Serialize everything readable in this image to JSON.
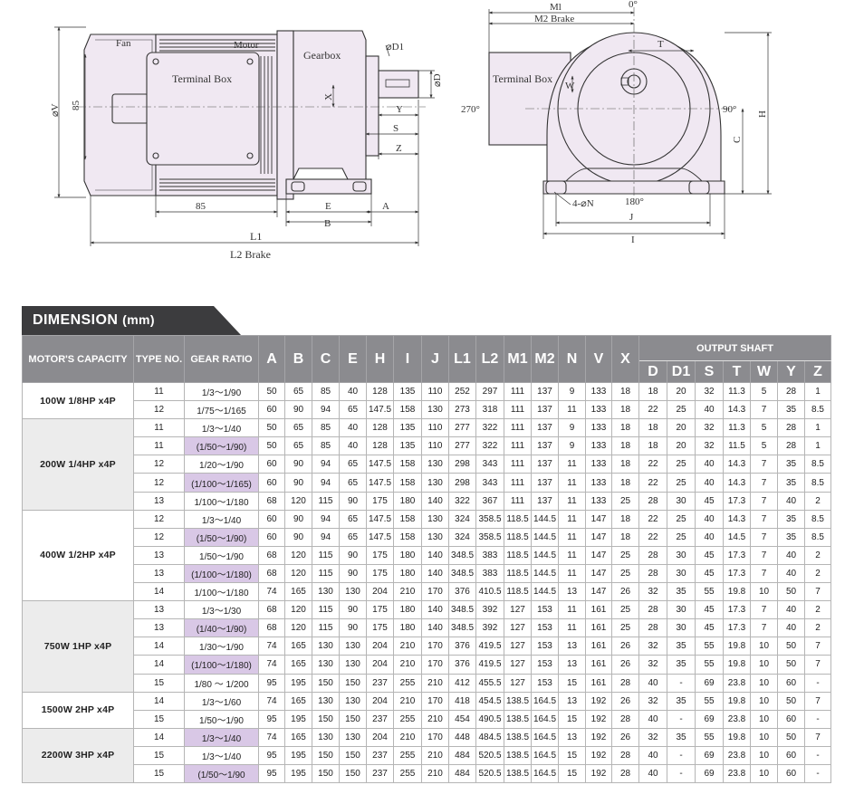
{
  "drawing": {
    "side_labels": {
      "fan": "Fan",
      "motor": "Motor",
      "terminal_box": "Terminal Box",
      "gearbox": "Gearbox",
      "d1": "⌀D1",
      "d": "⌀D",
      "x": "X",
      "y": "Y",
      "s": "S",
      "z": "Z",
      "v": "⌀V",
      "dim85_vertical": "85",
      "dim85_horizontal": "85",
      "e": "E",
      "a": "A",
      "b": "B",
      "l1": "L1",
      "l2": "L2 Brake"
    },
    "front_labels": {
      "m1": "Ml",
      "m2": "M2 Brake",
      "deg0": "0°",
      "deg90": "90°",
      "deg180": "180°",
      "deg270": "270°",
      "t": "T",
      "w": "W",
      "terminal_box": "Terminal Box",
      "n": "4-⌀N",
      "h": "H",
      "c": "C",
      "j": "J",
      "i": "I"
    }
  },
  "table": {
    "title": "DIMENSION",
    "unit": "(mm)",
    "headers": {
      "capacity": "MOTOR'S CAPACITY",
      "type": "TYPE NO.",
      "ratio": "GEAR RATIO",
      "dims": [
        "A",
        "B",
        "C",
        "E",
        "H",
        "I",
        "J",
        "L1",
        "L2",
        "M1",
        "M2",
        "N",
        "V",
        "X"
      ],
      "output_shaft": "OUTPUT SHAFT",
      "shaft": [
        "D",
        "D1",
        "S",
        "T",
        "W",
        "Y",
        "Z"
      ]
    },
    "groups": [
      {
        "capacity": "100W 1/8HP x4P",
        "rows": [
          {
            "type": "11",
            "ratio": "1/3〜1/90",
            "hl": false,
            "vals": [
              "50",
              "65",
              "85",
              "40",
              "128",
              "135",
              "110",
              "252",
              "297",
              "111",
              "137",
              "9",
              "133",
              "18",
              "18",
              "20",
              "32",
              "11.3",
              "5",
              "28",
              "1"
            ]
          },
          {
            "type": "12",
            "ratio": "1/75〜1/165",
            "hl": false,
            "vals": [
              "60",
              "90",
              "94",
              "65",
              "147.5",
              "158",
              "130",
              "273",
              "318",
              "111",
              "137",
              "11",
              "133",
              "18",
              "22",
              "25",
              "40",
              "14.3",
              "7",
              "35",
              "8.5"
            ]
          }
        ]
      },
      {
        "capacity": "200W 1/4HP x4P",
        "rows": [
          {
            "type": "11",
            "ratio": "1/3〜1/40",
            "hl": false,
            "vals": [
              "50",
              "65",
              "85",
              "40",
              "128",
              "135",
              "110",
              "277",
              "322",
              "111",
              "137",
              "9",
              "133",
              "18",
              "18",
              "20",
              "32",
              "11.3",
              "5",
              "28",
              "1"
            ]
          },
          {
            "type": "11",
            "ratio": "(1/50〜1/90)",
            "hl": true,
            "vals": [
              "50",
              "65",
              "85",
              "40",
              "128",
              "135",
              "110",
              "277",
              "322",
              "111",
              "137",
              "9",
              "133",
              "18",
              "18",
              "20",
              "32",
              "11.5",
              "5",
              "28",
              "1"
            ]
          },
          {
            "type": "12",
            "ratio": "1/20〜1/90",
            "hl": false,
            "vals": [
              "60",
              "90",
              "94",
              "65",
              "147.5",
              "158",
              "130",
              "298",
              "343",
              "111",
              "137",
              "11",
              "133",
              "18",
              "22",
              "25",
              "40",
              "14.3",
              "7",
              "35",
              "8.5"
            ]
          },
          {
            "type": "12",
            "ratio": "(1/100〜1/165)",
            "hl": true,
            "vals": [
              "60",
              "90",
              "94",
              "65",
              "147.5",
              "158",
              "130",
              "298",
              "343",
              "111",
              "137",
              "11",
              "133",
              "18",
              "22",
              "25",
              "40",
              "14.3",
              "7",
              "35",
              "8.5"
            ]
          },
          {
            "type": "13",
            "ratio": "1/100〜1/180",
            "hl": false,
            "vals": [
              "68",
              "120",
              "115",
              "90",
              "175",
              "180",
              "140",
              "322",
              "367",
              "111",
              "137",
              "11",
              "133",
              "25",
              "28",
              "30",
              "45",
              "17.3",
              "7",
              "40",
              "2"
            ]
          }
        ]
      },
      {
        "capacity": "400W 1/2HP x4P",
        "rows": [
          {
            "type": "12",
            "ratio": "1/3〜1/40",
            "hl": false,
            "vals": [
              "60",
              "90",
              "94",
              "65",
              "147.5",
              "158",
              "130",
              "324",
              "358.5",
              "118.5",
              "144.5",
              "11",
              "147",
              "18",
              "22",
              "25",
              "40",
              "14.3",
              "7",
              "35",
              "8.5"
            ]
          },
          {
            "type": "12",
            "ratio": "(1/50〜1/90)",
            "hl": true,
            "vals": [
              "60",
              "90",
              "94",
              "65",
              "147.5",
              "158",
              "130",
              "324",
              "358.5",
              "118.5",
              "144.5",
              "11",
              "147",
              "18",
              "22",
              "25",
              "40",
              "14.5",
              "7",
              "35",
              "8.5"
            ]
          },
          {
            "type": "13",
            "ratio": "1/50〜1/90",
            "hl": false,
            "vals": [
              "68",
              "120",
              "115",
              "90",
              "175",
              "180",
              "140",
              "348.5",
              "383",
              "118.5",
              "144.5",
              "11",
              "147",
              "25",
              "28",
              "30",
              "45",
              "17.3",
              "7",
              "40",
              "2"
            ]
          },
          {
            "type": "13",
            "ratio": "(1/100〜1/180)",
            "hl": true,
            "vals": [
              "68",
              "120",
              "115",
              "90",
              "175",
              "180",
              "140",
              "348.5",
              "383",
              "118.5",
              "144.5",
              "11",
              "147",
              "25",
              "28",
              "30",
              "45",
              "17.3",
              "7",
              "40",
              "2"
            ]
          },
          {
            "type": "14",
            "ratio": "1/100〜1/180",
            "hl": false,
            "vals": [
              "74",
              "165",
              "130",
              "130",
              "204",
              "210",
              "170",
              "376",
              "410.5",
              "118.5",
              "144.5",
              "13",
              "147",
              "26",
              "32",
              "35",
              "55",
              "19.8",
              "10",
              "50",
              "7"
            ]
          }
        ]
      },
      {
        "capacity": "750W 1HP x4P",
        "rows": [
          {
            "type": "13",
            "ratio": "1/3〜1/30",
            "hl": false,
            "vals": [
              "68",
              "120",
              "115",
              "90",
              "175",
              "180",
              "140",
              "348.5",
              "392",
              "127",
              "153",
              "11",
              "161",
              "25",
              "28",
              "30",
              "45",
              "17.3",
              "7",
              "40",
              "2"
            ]
          },
          {
            "type": "13",
            "ratio": "(1/40〜1/90)",
            "hl": true,
            "vals": [
              "68",
              "120",
              "115",
              "90",
              "175",
              "180",
              "140",
              "348.5",
              "392",
              "127",
              "153",
              "11",
              "161",
              "25",
              "28",
              "30",
              "45",
              "17.3",
              "7",
              "40",
              "2"
            ]
          },
          {
            "type": "14",
            "ratio": "1/30〜1/90",
            "hl": false,
            "vals": [
              "74",
              "165",
              "130",
              "130",
              "204",
              "210",
              "170",
              "376",
              "419.5",
              "127",
              "153",
              "13",
              "161",
              "26",
              "32",
              "35",
              "55",
              "19.8",
              "10",
              "50",
              "7"
            ]
          },
          {
            "type": "14",
            "ratio": "(1/100〜1/180)",
            "hl": true,
            "vals": [
              "74",
              "165",
              "130",
              "130",
              "204",
              "210",
              "170",
              "376",
              "419.5",
              "127",
              "153",
              "13",
              "161",
              "26",
              "32",
              "35",
              "55",
              "19.8",
              "10",
              "50",
              "7"
            ]
          },
          {
            "type": "15",
            "ratio": "1/80 〜 1/200",
            "hl": false,
            "vals": [
              "95",
              "195",
              "150",
              "150",
              "237",
              "255",
              "210",
              "412",
              "455.5",
              "127",
              "153",
              "15",
              "161",
              "28",
              "40",
              "-",
              "69",
              "23.8",
              "10",
              "60",
              "-"
            ]
          }
        ]
      },
      {
        "capacity": "1500W 2HP x4P",
        "rows": [
          {
            "type": "14",
            "ratio": "1/3〜1/60",
            "hl": false,
            "vals": [
              "74",
              "165",
              "130",
              "130",
              "204",
              "210",
              "170",
              "418",
              "454.5",
              "138.5",
              "164.5",
              "13",
              "192",
              "26",
              "32",
              "35",
              "55",
              "19.8",
              "10",
              "50",
              "7"
            ]
          },
          {
            "type": "15",
            "ratio": "1/50〜1/90",
            "hl": false,
            "vals": [
              "95",
              "195",
              "150",
              "150",
              "237",
              "255",
              "210",
              "454",
              "490.5",
              "138.5",
              "164.5",
              "15",
              "192",
              "28",
              "40",
              "-",
              "69",
              "23.8",
              "10",
              "60",
              "-"
            ]
          }
        ]
      },
      {
        "capacity": "2200W 3HP x4P",
        "rows": [
          {
            "type": "14",
            "ratio": "1/3〜1/40",
            "hl": true,
            "vals": [
              "74",
              "165",
              "130",
              "130",
              "204",
              "210",
              "170",
              "448",
              "484.5",
              "138.5",
              "164.5",
              "13",
              "192",
              "26",
              "32",
              "35",
              "55",
              "19.8",
              "10",
              "50",
              "7"
            ]
          },
          {
            "type": "15",
            "ratio": "1/3〜1/40",
            "hl": false,
            "vals": [
              "95",
              "195",
              "150",
              "150",
              "237",
              "255",
              "210",
              "484",
              "520.5",
              "138.5",
              "164.5",
              "15",
              "192",
              "28",
              "40",
              "-",
              "69",
              "23.8",
              "10",
              "60",
              "-"
            ]
          },
          {
            "type": "15",
            "ratio": "(1/50〜1/90",
            "hl": true,
            "vals": [
              "95",
              "195",
              "150",
              "150",
              "237",
              "255",
              "210",
              "484",
              "520.5",
              "138.5",
              "164.5",
              "15",
              "192",
              "28",
              "40",
              "-",
              "69",
              "23.8",
              "10",
              "60",
              "-"
            ]
          }
        ]
      }
    ]
  }
}
